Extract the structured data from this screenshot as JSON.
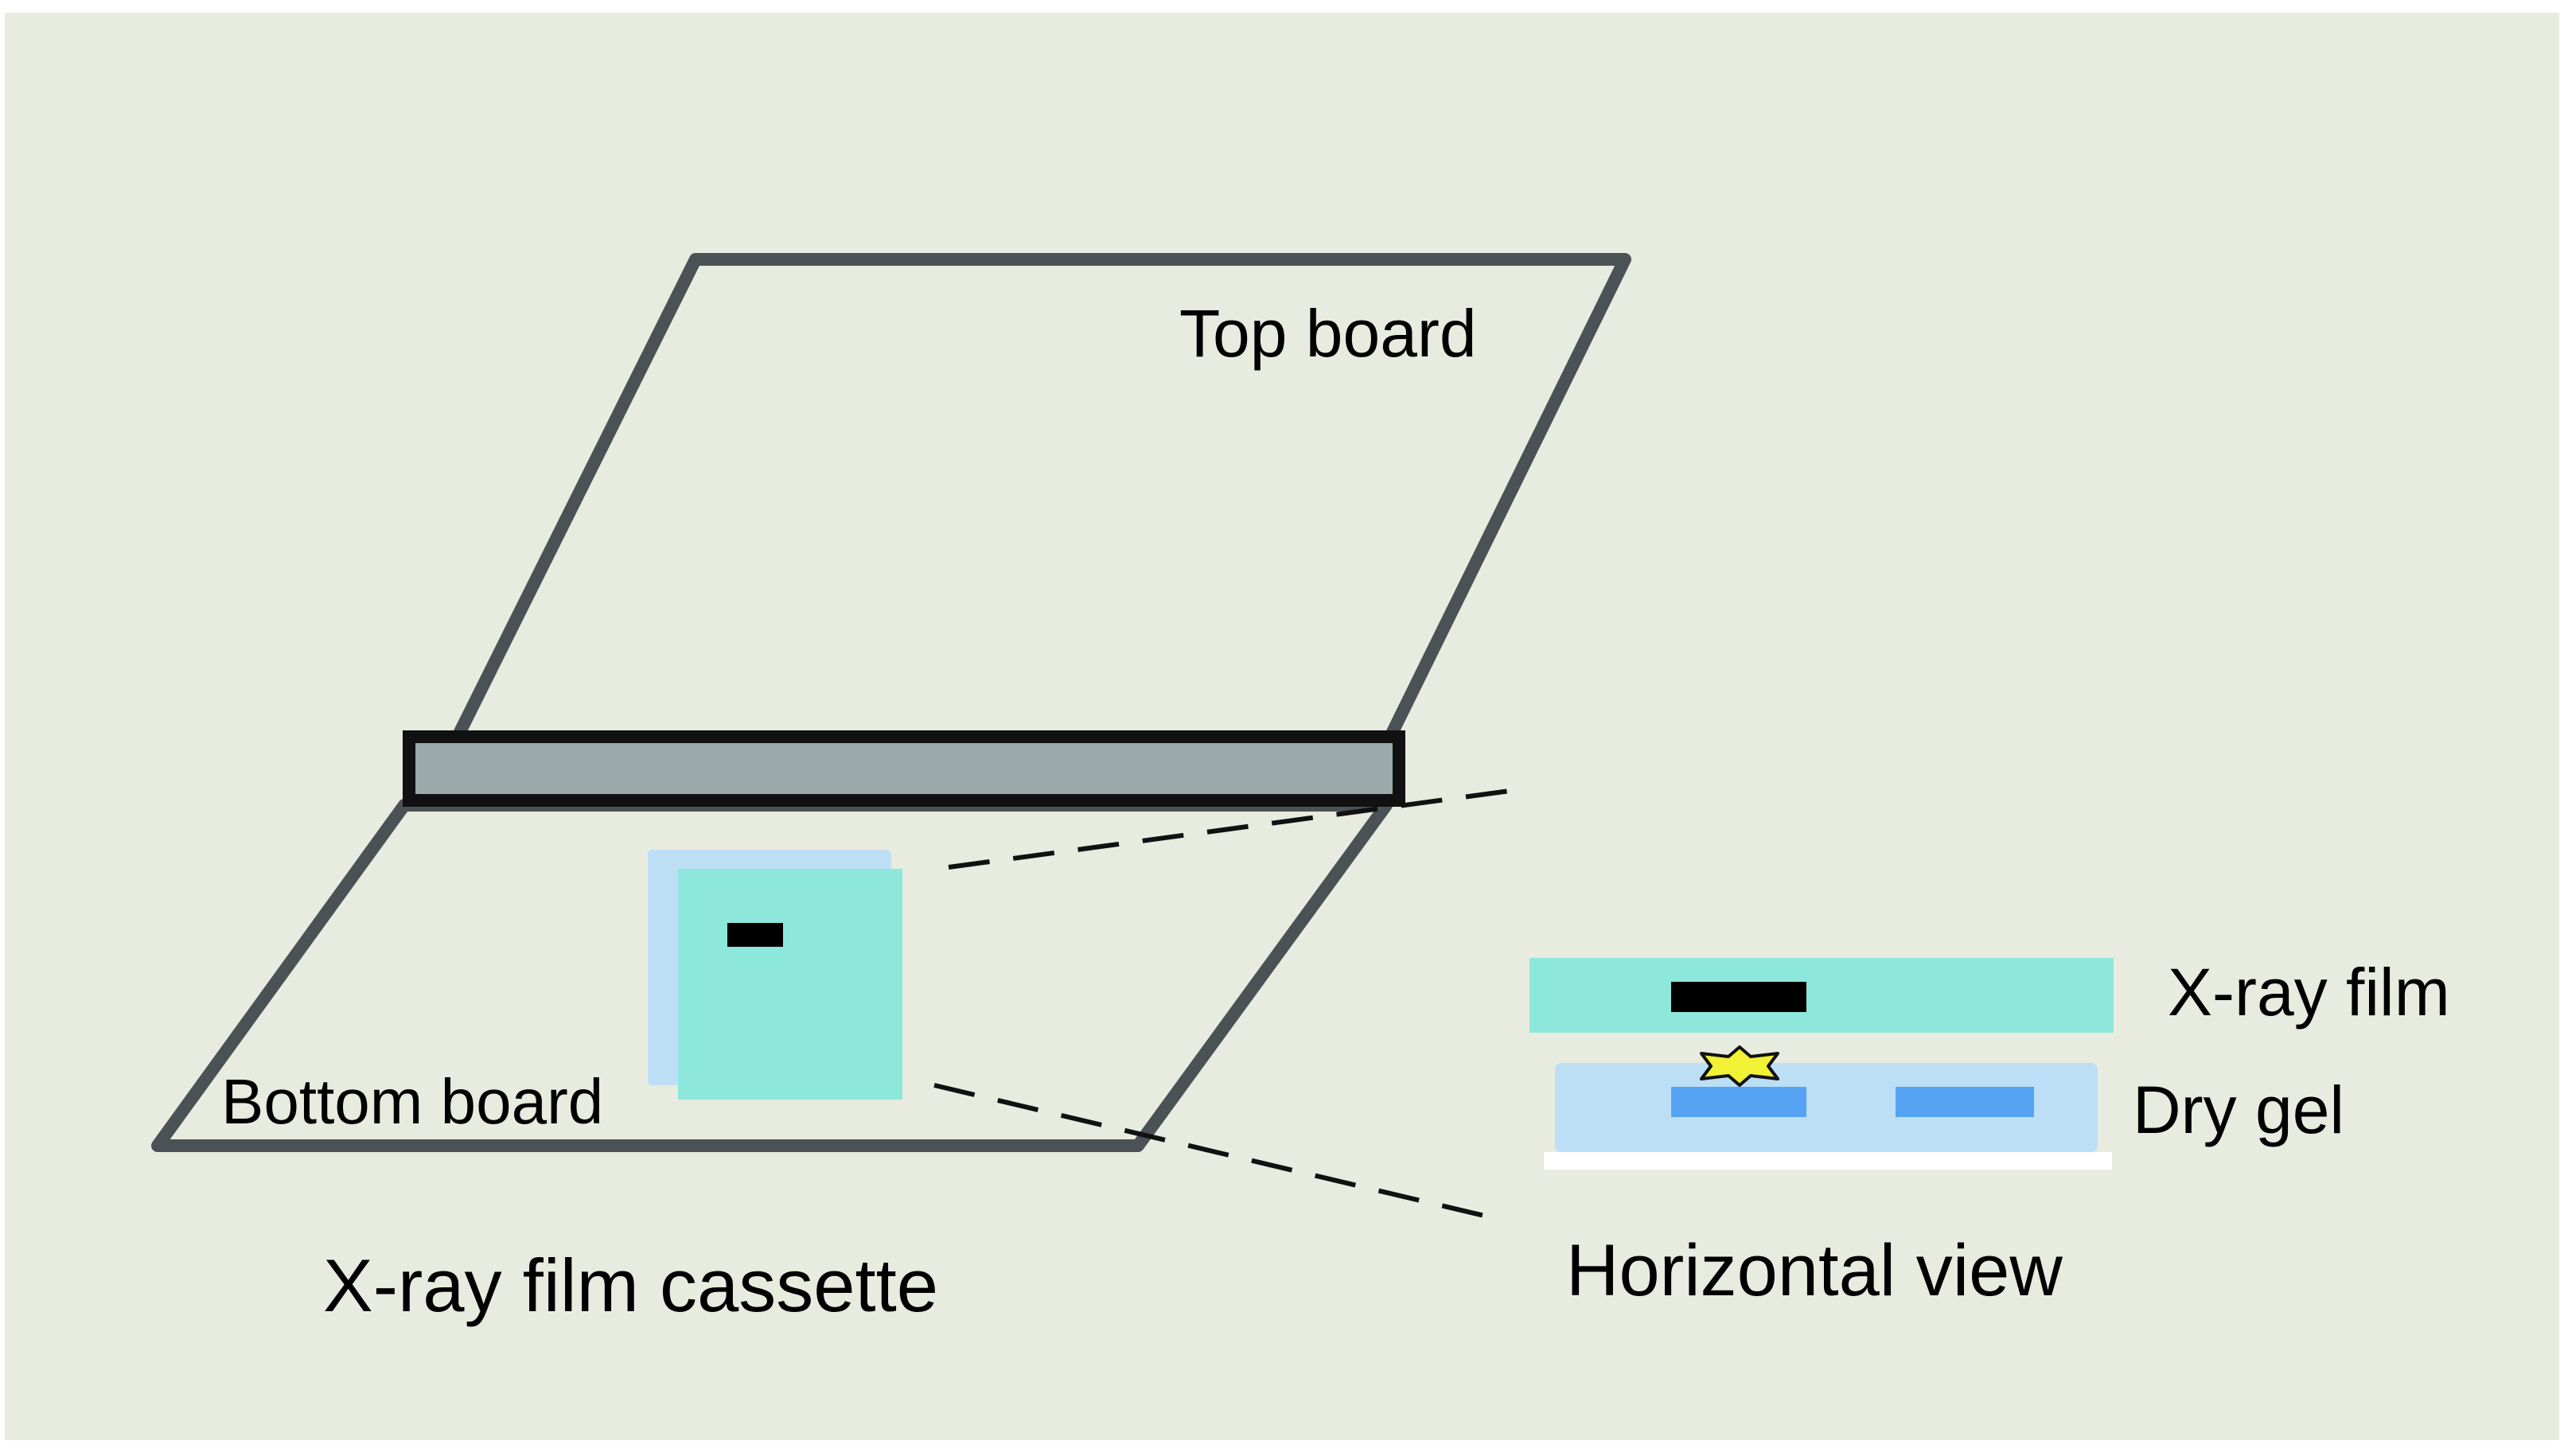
{
  "labels": {
    "top_board": "Top board",
    "bottom_board": "Bottom board",
    "cassette_caption": "X-ray film cassette",
    "xray_film": "X-ray film",
    "dry_gel": "Dry gel",
    "horizontal_view_caption": "Horizontal view"
  },
  "colors": {
    "background": "#e8ebdf",
    "board_outline": "#4a5255",
    "hinge_fill": "#9aa9aa",
    "hinge_border": "#111111",
    "film_color": "#8de8db",
    "gel_color": "#bcdff6",
    "band_dark": "#000000",
    "gel_band": "#57a3f3",
    "signal_star": "#f2f235",
    "tray_white": "#ffffff"
  },
  "icons": {
    "signal": "star-icon"
  }
}
